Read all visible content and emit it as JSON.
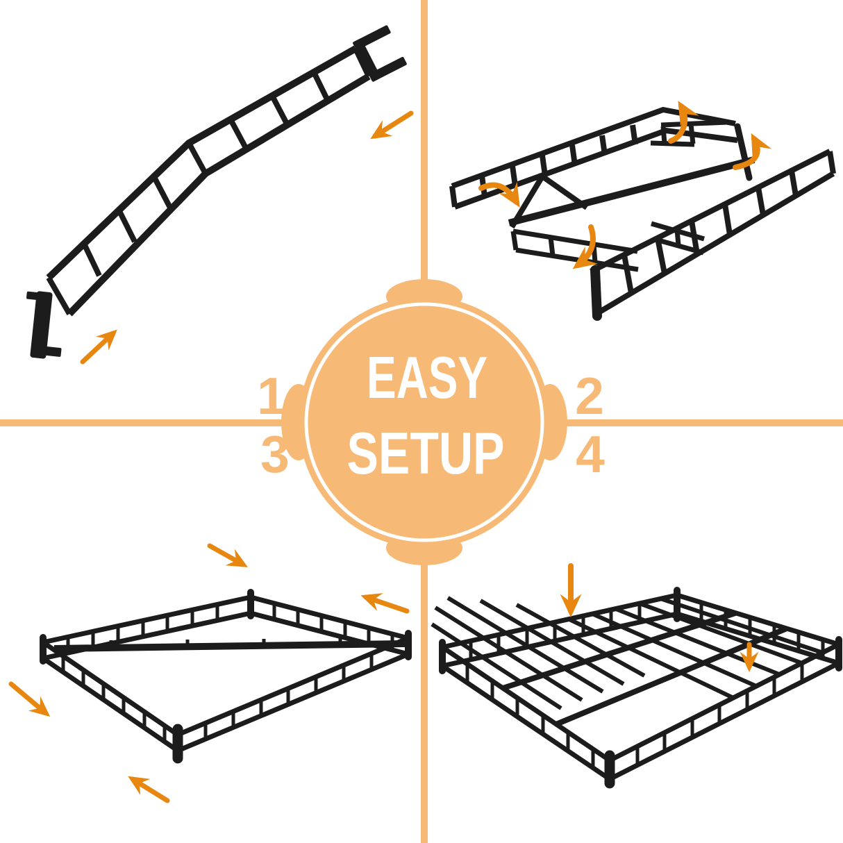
{
  "badge": {
    "line1": "EASY",
    "line2": "SETUP"
  },
  "steps": [
    {
      "number": "1"
    },
    {
      "number": "2"
    },
    {
      "number": "3"
    },
    {
      "number": "4"
    }
  ],
  "icons": {
    "straight_arrow_icon": "➜",
    "curved_arrow_icon": "⤴"
  },
  "colors": {
    "accent_light": "#F7B976",
    "accent_arrow": "#E8870F",
    "frame_ink": "#1C1C1C",
    "badge_text": "#FFFFFF",
    "background": "#FFFFFF"
  }
}
